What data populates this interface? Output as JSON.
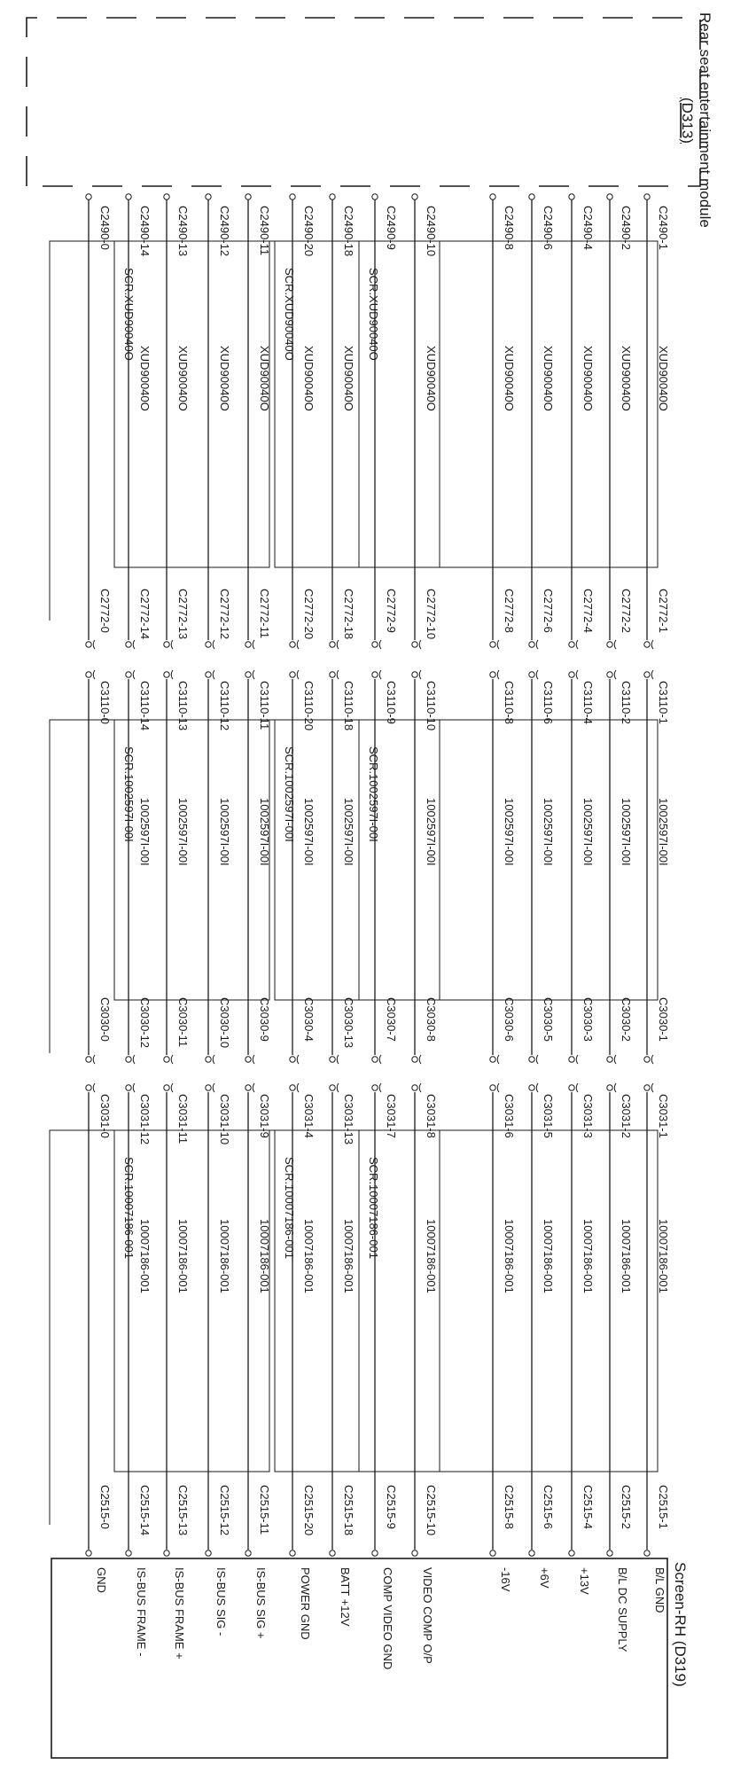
{
  "modules": {
    "rse": {
      "name": "Rear seat entertainment module",
      "ref": "(D313)"
    },
    "screen": {
      "name": "Screen-RH (D319)"
    }
  },
  "signals": [
    {
      "row": "1",
      "c2490": "C2490-1",
      "cable1": "XUD90040O",
      "c2772": "C2772-1",
      "c3110": "C3110-1",
      "cable2": "1002597I-00I",
      "c3030": "C3030-1",
      "c3031": "C3031-1",
      "cable3": "10007186-001",
      "c2515": "C2515-1",
      "function": "B/L GND"
    },
    {
      "row": "2",
      "c2490": "C2490-2",
      "cable1": "XUD90040O",
      "c2772": "C2772-2",
      "c3110": "C3110-2",
      "cable2": "1002597I-00I",
      "c3030": "C3030-2",
      "c3031": "C3031-2",
      "cable3": "10007186-001",
      "c2515": "C2515-2",
      "function": "B/L DC SUPPLY"
    },
    {
      "row": "4",
      "c2490": "C2490-4",
      "cable1": "XUD90040O",
      "c2772": "C2772-4",
      "c3110": "C3110-4",
      "cable2": "1002597I-00I",
      "c3030": "C3030-3",
      "c3031": "C3031-3",
      "cable3": "10007186-001",
      "c2515": "C2515-4",
      "function": "+13V"
    },
    {
      "row": "6",
      "c2490": "C2490-6",
      "cable1": "XUD90040O",
      "c2772": "C2772-6",
      "c3110": "C3110-6",
      "cable2": "1002597I-00I",
      "c3030": "C3030-5",
      "c3031": "C3031-5",
      "cable3": "10007186-001",
      "c2515": "C2515-6",
      "function": "+6V"
    },
    {
      "row": "8",
      "c2490": "C2490-8",
      "cable1": "XUD90040O",
      "c2772": "C2772-8",
      "c3110": "C3110-8",
      "cable2": "1002597I-00I",
      "c3030": "C3030-6",
      "c3031": "C3031-6",
      "cable3": "10007186-001",
      "c2515": "C2515-8",
      "function": "-16V"
    },
    {
      "row": "10",
      "c2490": "C2490-10",
      "cable1": "XUD90040O",
      "c2772": "C2772-10",
      "c3110": "C3110-10",
      "cable2": "1002597I-00I",
      "c3030": "C3030-8",
      "c3031": "C3031-8",
      "cable3": "10007186-001",
      "c2515": "C2515-10",
      "function": "VIDEO COMP O/P"
    },
    {
      "row": "9",
      "c2490": "C2490-9",
      "cable1": "",
      "c2772": "C2772-9",
      "c3110": "C3110-9",
      "cable2": "",
      "c3030": "C3030-7",
      "c3031": "C3031-7",
      "cable3": "",
      "c2515": "C2515-9",
      "function": "COMP VIDEO GND"
    },
    {
      "row": "18",
      "c2490": "C2490-18",
      "cable1": "XUD90040O",
      "c2772": "C2772-18",
      "c3110": "C3110-18",
      "cable2": "1002597I-00I",
      "c3030": "C3030-13",
      "c3031": "C3031-13",
      "cable3": "10007186-001",
      "c2515": "C2515-18",
      "function": "BATT +12V"
    },
    {
      "row": "20",
      "c2490": "C2490-20",
      "cable1": "XUD90040O",
      "c2772": "C2772-20",
      "c3110": "C3110-20",
      "cable2": "1002597I-00I",
      "c3030": "C3030-4",
      "c3031": "C3031-4",
      "cable3": "10007186-001",
      "c2515": "C2515-20",
      "function": "POWER GND"
    },
    {
      "row": "11",
      "c2490": "C2490-11",
      "cable1": "XUD90040O",
      "c2772": "C2772-11",
      "c3110": "C3110-11",
      "cable2": "1002597I-00I",
      "c3030": "C3030-9",
      "c3031": "C3031-9",
      "cable3": "10007186-001",
      "c2515": "C2515-11",
      "function": "IS-BUS SIG +"
    },
    {
      "row": "12",
      "c2490": "C2490-12",
      "cable1": "XUD90040O",
      "c2772": "C2772-12",
      "c3110": "C3110-12",
      "cable2": "1002597I-00I",
      "c3030": "C3030-10",
      "c3031": "C3031-10",
      "cable3": "10007186-001",
      "c2515": "C2515-12",
      "function": "IS-BUS SIG -"
    },
    {
      "row": "13",
      "c2490": "C2490-13",
      "cable1": "XUD90040O",
      "c2772": "C2772-13",
      "c3110": "C3110-13",
      "cable2": "1002597I-00I",
      "c3030": "C3030-11",
      "c3031": "C3031-11",
      "cable3": "10007186-001",
      "c2515": "C2515-13",
      "function": "IS-BUS FRAME +"
    },
    {
      "row": "14",
      "c2490": "C2490-14",
      "cable1": "XUD90040O",
      "c2772": "C2772-14",
      "c3110": "C3110-14",
      "cable2": "1002597I-00I",
      "c3030": "C3030-12",
      "c3031": "C3031-12",
      "cable3": "10007186-001",
      "c2515": "C2515-14",
      "function": "IS-BUS FRAME -"
    },
    {
      "row": "0",
      "c2490": "C2490-0",
      "cable1": "",
      "c2772": "C2772-0",
      "c3110": "C3110-0",
      "cable2": "",
      "c3030": "C3030-0",
      "c3031": "C3031-0",
      "cable3": "",
      "c2515": "C2515-0",
      "function": "GND"
    }
  ],
  "screens": {
    "cable1_main": "SCR.XUD90040O",
    "cable1_video": "SCR.XUD90040O",
    "cable1_bus": "SCR.XUD90040O",
    "cable2_main": "SCR.1002597I-00I",
    "cable2_video": "SCR.1002597I-00I",
    "cable2_bus": "SCR.1002597I-00I",
    "cable3_main": "SCR.10007186-001",
    "cable3_video": "SCR.10007186-001",
    "cable3_bus": "SCR.10007186-001"
  }
}
